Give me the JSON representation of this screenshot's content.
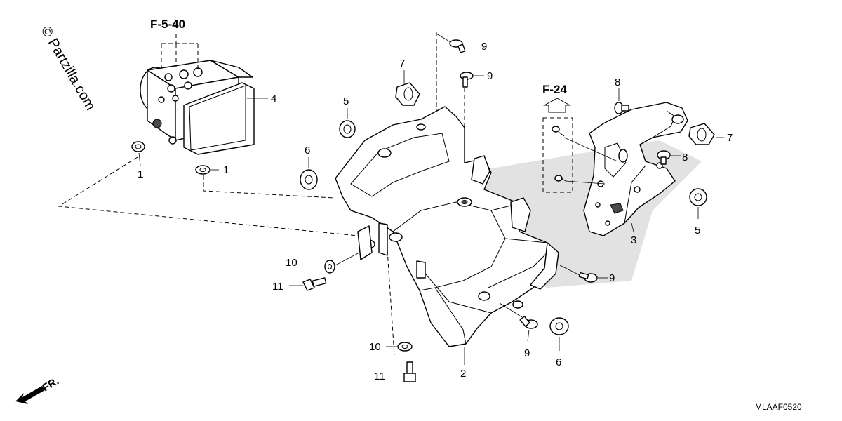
{
  "watermark": "© Partzilla.com",
  "references": {
    "f540": "F-5-40",
    "f24": "F-24"
  },
  "front_label": "FR.",
  "diagram_code": "MLAAF0520",
  "callouts": {
    "p1_left": "1",
    "p1_right": "1",
    "p2": "2",
    "p3": "3",
    "p4": "4",
    "p5_left": "5",
    "p5_right": "5",
    "p6_left": "6",
    "p6_bottom": "6",
    "p7_left": "7",
    "p7_right": "7",
    "p8_top": "8",
    "p8_right": "8",
    "p9_top": "9",
    "p9_top2": "9",
    "p9_mid": "9",
    "p9_bottom": "9",
    "p10_left": "10",
    "p10_bottom": "10",
    "p11_left": "11",
    "p11_bottom": "11"
  }
}
